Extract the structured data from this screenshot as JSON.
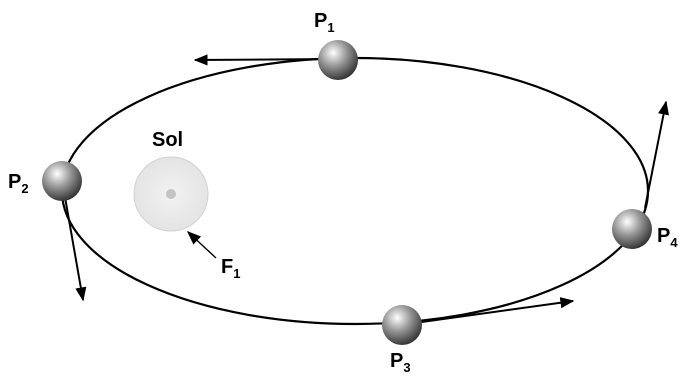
{
  "labels": {
    "sun": "Sol",
    "focus": {
      "main": "F",
      "sub": "1"
    },
    "p1": {
      "main": "P",
      "sub": "1"
    },
    "p2": {
      "main": "P",
      "sub": "2"
    },
    "p3": {
      "main": "P",
      "sub": "3"
    },
    "p4": {
      "main": "P",
      "sub": "4"
    }
  },
  "colors": {
    "orbit": "#000000",
    "sun_fill": "#ebebeb",
    "sun_stroke": "#d2d2d2",
    "sun_core": "#c4c4c4",
    "planet_light": "#ffffff",
    "planet_mid": "#9a9a9a",
    "planet_dark": "#2e2e2e"
  }
}
